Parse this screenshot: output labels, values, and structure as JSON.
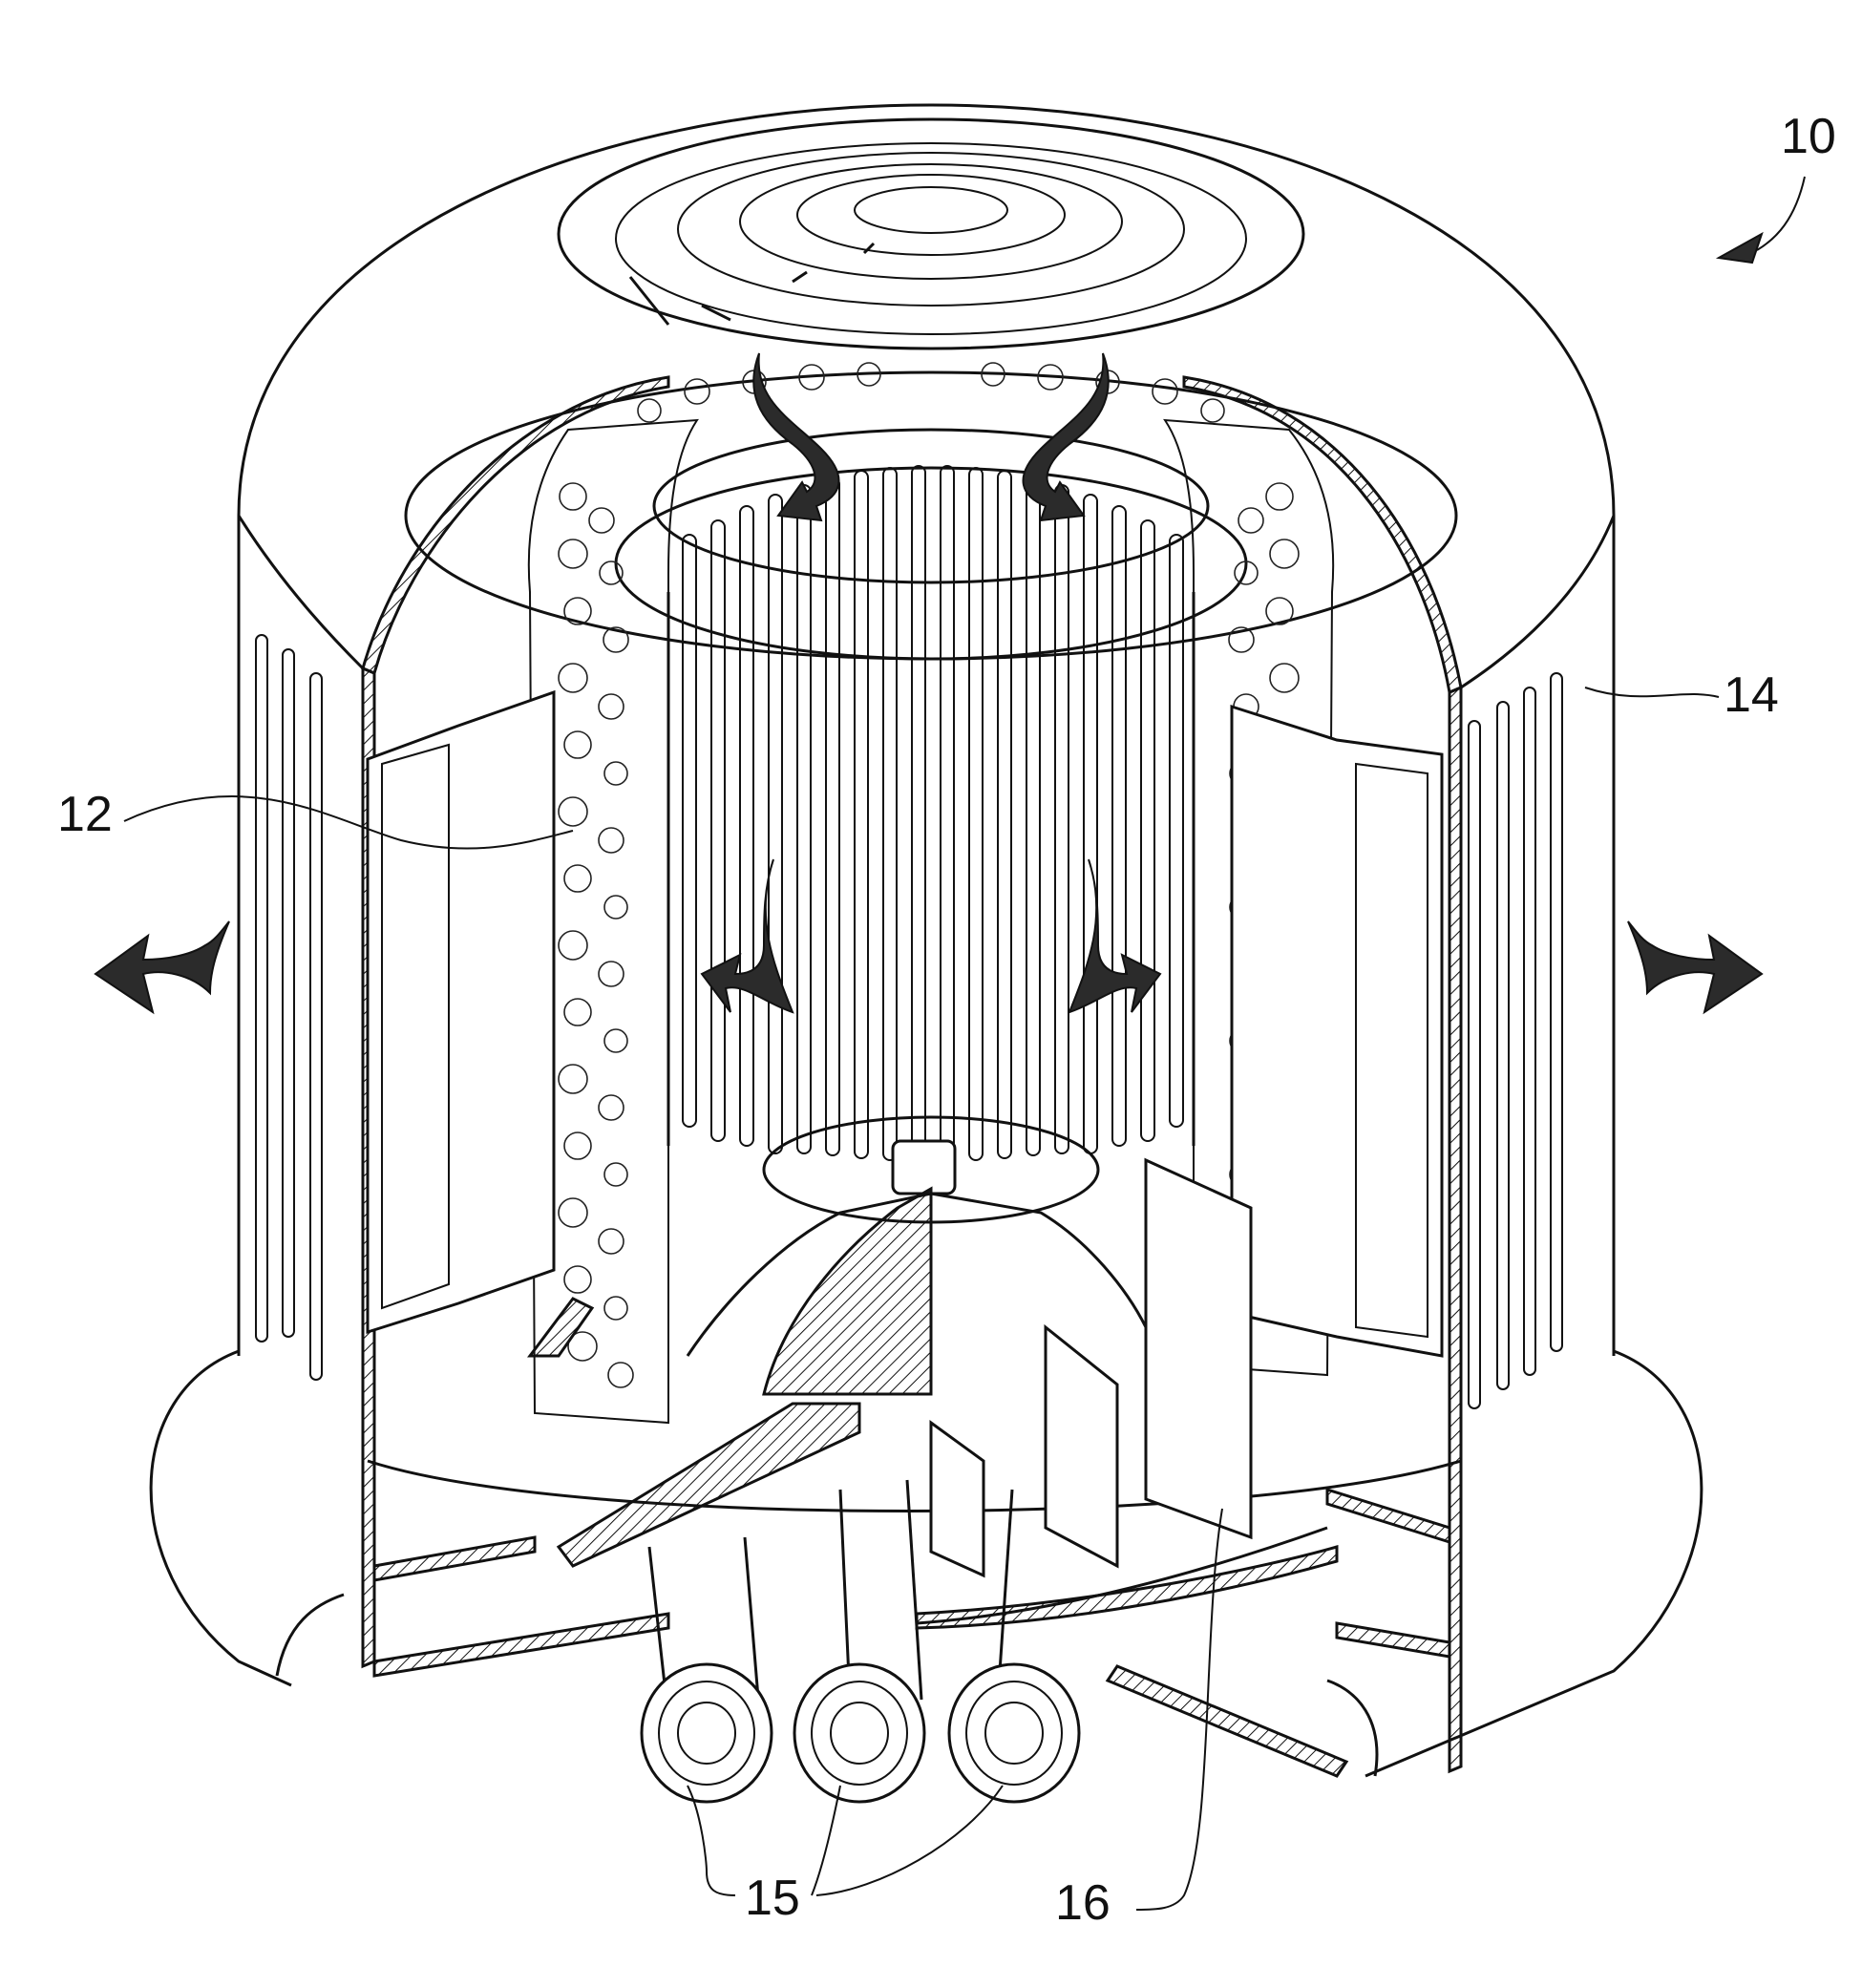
{
  "figure": {
    "labels": {
      "assembly": "10",
      "media": "12",
      "housing": "14",
      "tubes": "15",
      "vane": "16"
    }
  }
}
